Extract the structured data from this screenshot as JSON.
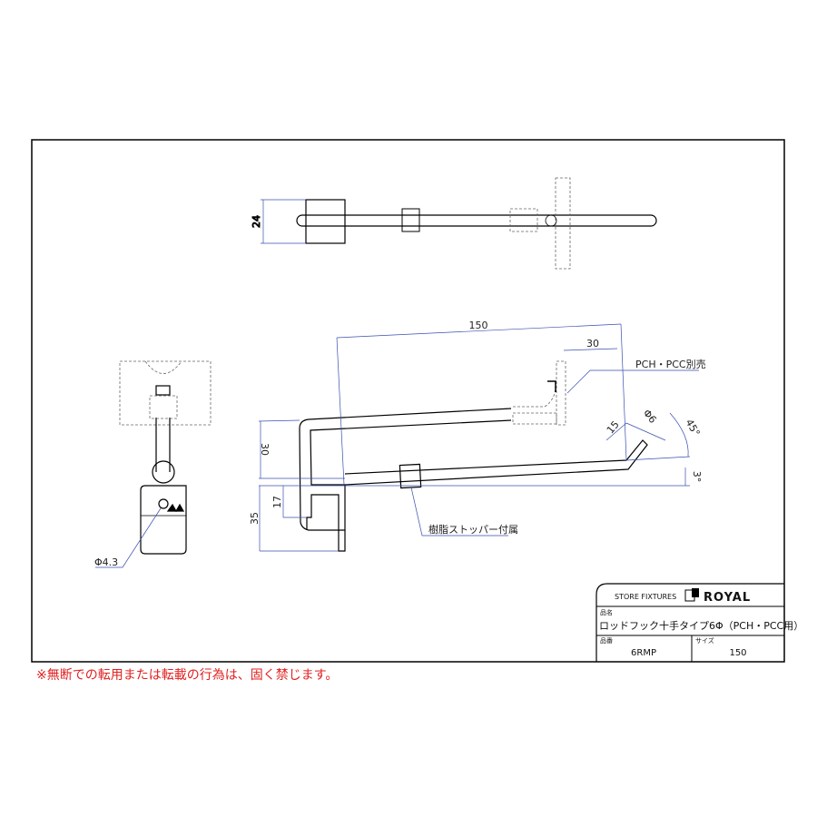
{
  "top_view": {
    "dim_width": "24"
  },
  "side_view": {
    "dim_length": "150",
    "dim_offset": "30",
    "dim_height": "30",
    "dim_hook_inner": "17",
    "dim_hook_total": "35",
    "dim_tip_length": "15",
    "dim_diameter": "Φ6",
    "dim_tip_angle": "45°",
    "dim_slope_angle": "3°",
    "note_sold_separately": "PCH・PCC別売",
    "note_stopper": "樹脂ストッパー付属"
  },
  "front_view": {
    "dim_hole": "Φ4.3"
  },
  "title_block": {
    "company_label": "STORE FIXTURES",
    "brand": "ROYAL",
    "name_label": "品名",
    "name_value": "ロッドフック十手タイプ6Φ（PCH・PCC用）",
    "part_no_label": "品番",
    "part_no_value": "6RMP",
    "size_label": "サイズ",
    "size_value": "150"
  },
  "warning": "※無断での転用または転載の行為は、固く禁じます。",
  "colors": {
    "dimension": "#3a4fb0",
    "warning": "#e02020"
  }
}
